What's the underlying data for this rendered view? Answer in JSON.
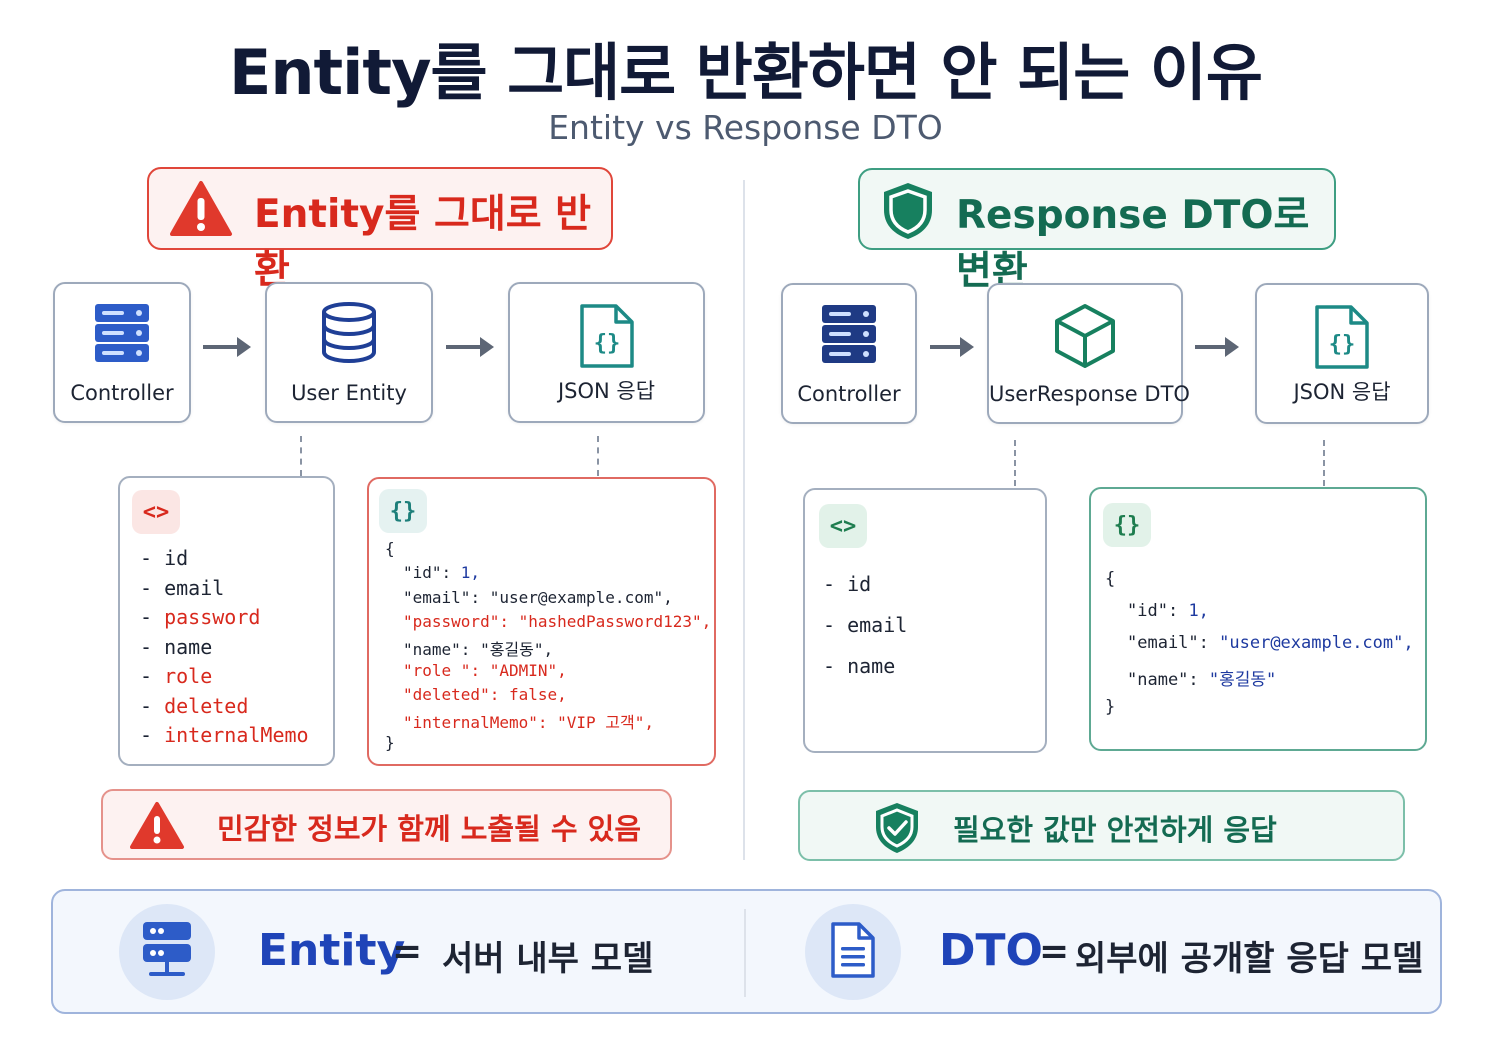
{
  "title": "Entity를 그대로 반환하면 안 되는 이유",
  "subtitle": "Entity vs Response DTO",
  "left": {
    "banner": "Entity를 그대로 반환",
    "nodes": [
      "Controller",
      "User Entity",
      "JSON 응답"
    ],
    "entity_badge": "<>",
    "json_badge": "{}",
    "fields": [
      {
        "name": "id",
        "sensitive": false
      },
      {
        "name": "email",
        "sensitive": false
      },
      {
        "name": "password",
        "sensitive": true
      },
      {
        "name": "name",
        "sensitive": false
      },
      {
        "name": "role",
        "sensitive": true
      },
      {
        "name": "deleted",
        "sensitive": true
      },
      {
        "name": "internalMemo",
        "sensitive": true
      }
    ],
    "json_lines": [
      {
        "text": "{",
        "sensitive": false
      },
      {
        "key": "\"id\"",
        "value": "1,",
        "sensitive": false
      },
      {
        "key": "\"email\"",
        "value": "\"user@example.com\",",
        "sensitive": false
      },
      {
        "key": "\"password\"",
        "value": "\"hashedPassword123\",",
        "sensitive": true
      },
      {
        "key": "\"name\"",
        "value": "\"홍길동\",",
        "sensitive": false
      },
      {
        "key": "\"role \"",
        "value": "\"ADMIN\",",
        "sensitive": true
      },
      {
        "key": "\"deleted\"",
        "value": "false,",
        "sensitive": true
      },
      {
        "key": "\"internalMemo\"",
        "value": "\"VIP 고객\",",
        "sensitive": true
      },
      {
        "text": "}",
        "sensitive": false
      }
    ],
    "note": "민감한 정보가 함께 노출될 수 있음"
  },
  "right": {
    "banner": "Response DTO로 변환",
    "nodes": [
      "Controller",
      "UserResponse DTO",
      "JSON 응답"
    ],
    "dto_badge": "<>",
    "json_badge": "{}",
    "fields": [
      "id",
      "email",
      "name"
    ],
    "json_lines": [
      {
        "text": "{"
      },
      {
        "key": "\"id\"",
        "value": "1,"
      },
      {
        "key": "\"email\"",
        "value": "\"user@example.com\","
      },
      {
        "key": "\"name\"",
        "value": "\"홍길동\""
      },
      {
        "text": "}"
      }
    ],
    "note": "필요한 값만 안전하게 응답"
  },
  "summary": {
    "entity_key": "Entity",
    "entity_eq": "=",
    "entity_desc": "서버 내부 모델",
    "dto_key": "DTO",
    "dto_eq": "=",
    "dto_desc": "외부에 공개할 응답 모델"
  },
  "colors": {
    "danger": "#d8291d",
    "safe": "#146b52",
    "accent": "#1f44b8",
    "icon_blue": "#2d5cc8"
  },
  "icons": [
    "warning-icon",
    "shield-icon",
    "server-icon",
    "database-icon",
    "json-file-icon",
    "cube-icon",
    "code-icon",
    "shield-check-icon",
    "document-icon"
  ]
}
